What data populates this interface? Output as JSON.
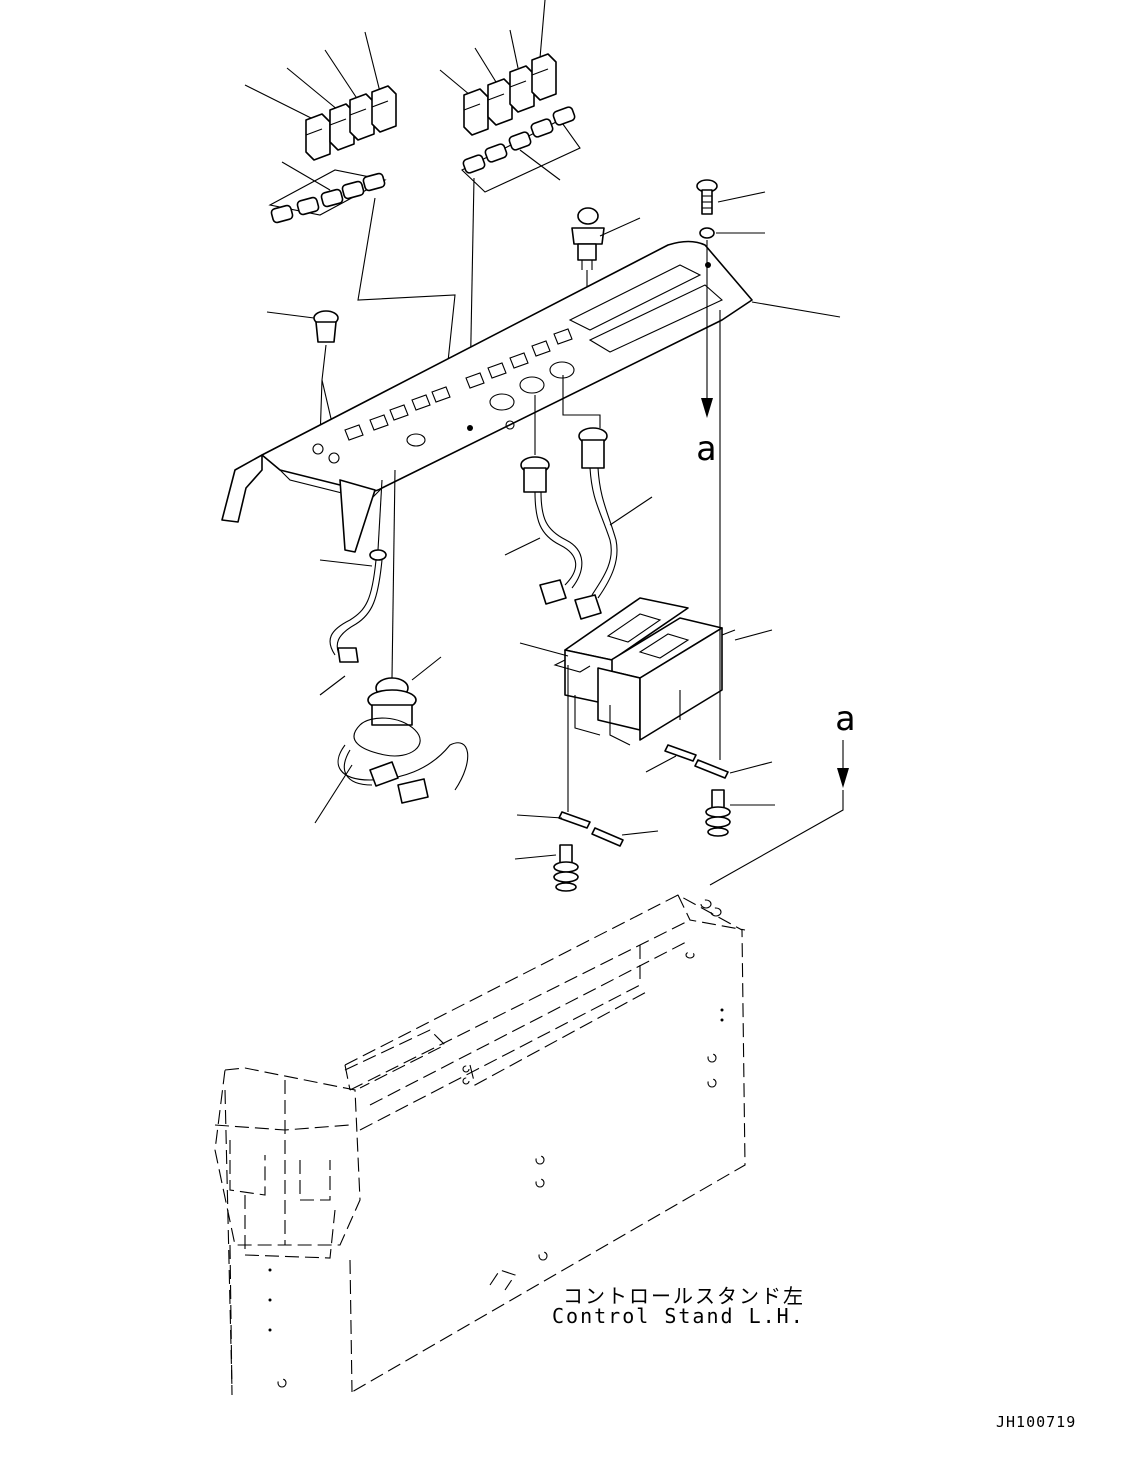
{
  "diagram": {
    "view_letter_top": "a",
    "view_letter_right": "a",
    "caption_japanese": "コントロールスタンド左",
    "caption_english": "Control Stand L.H.",
    "drawing_code": "JH100719"
  },
  "colors": {
    "line": "#000000",
    "background": "#ffffff"
  },
  "parts": [
    "switch-group-left",
    "switch-group-right",
    "bolt",
    "washer",
    "top-panel",
    "push-switch",
    "plug-cap",
    "socket-connector-left",
    "socket-connector-right",
    "harness-left",
    "key-switch",
    "fuse-box",
    "plates",
    "mounting-bolts",
    "control-stand-frame"
  ]
}
